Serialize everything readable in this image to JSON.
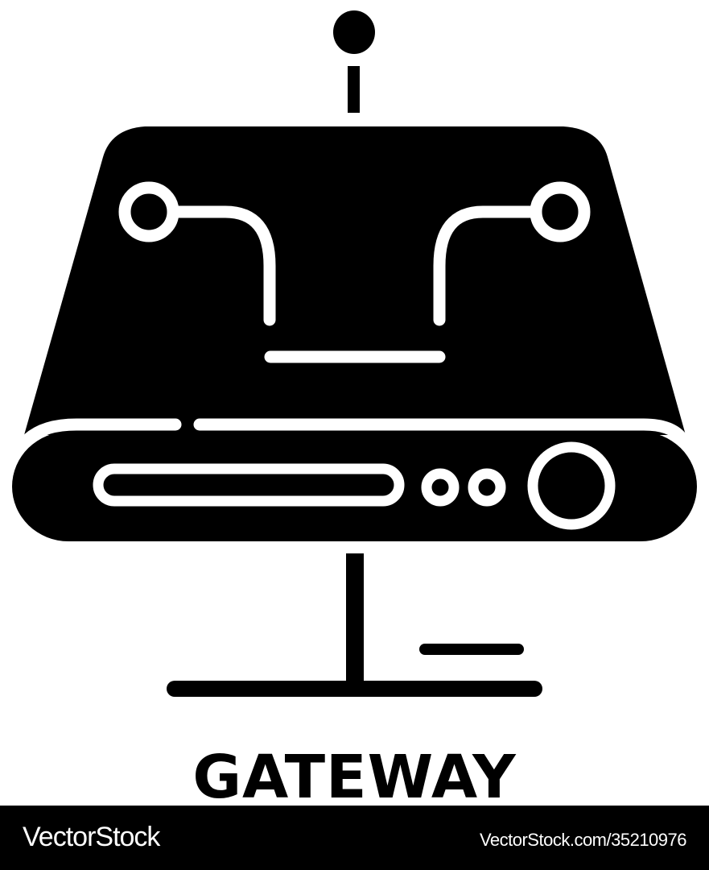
{
  "icon": {
    "name": "gateway-icon",
    "fill": "#000000",
    "stroke_inner": "#ffffff"
  },
  "caption": {
    "text": "GATEWAY"
  },
  "footer": {
    "brand": "VectorStock",
    "url": "VectorStock.com/35210976",
    "background": "#000000",
    "text_color": "#ffffff"
  }
}
